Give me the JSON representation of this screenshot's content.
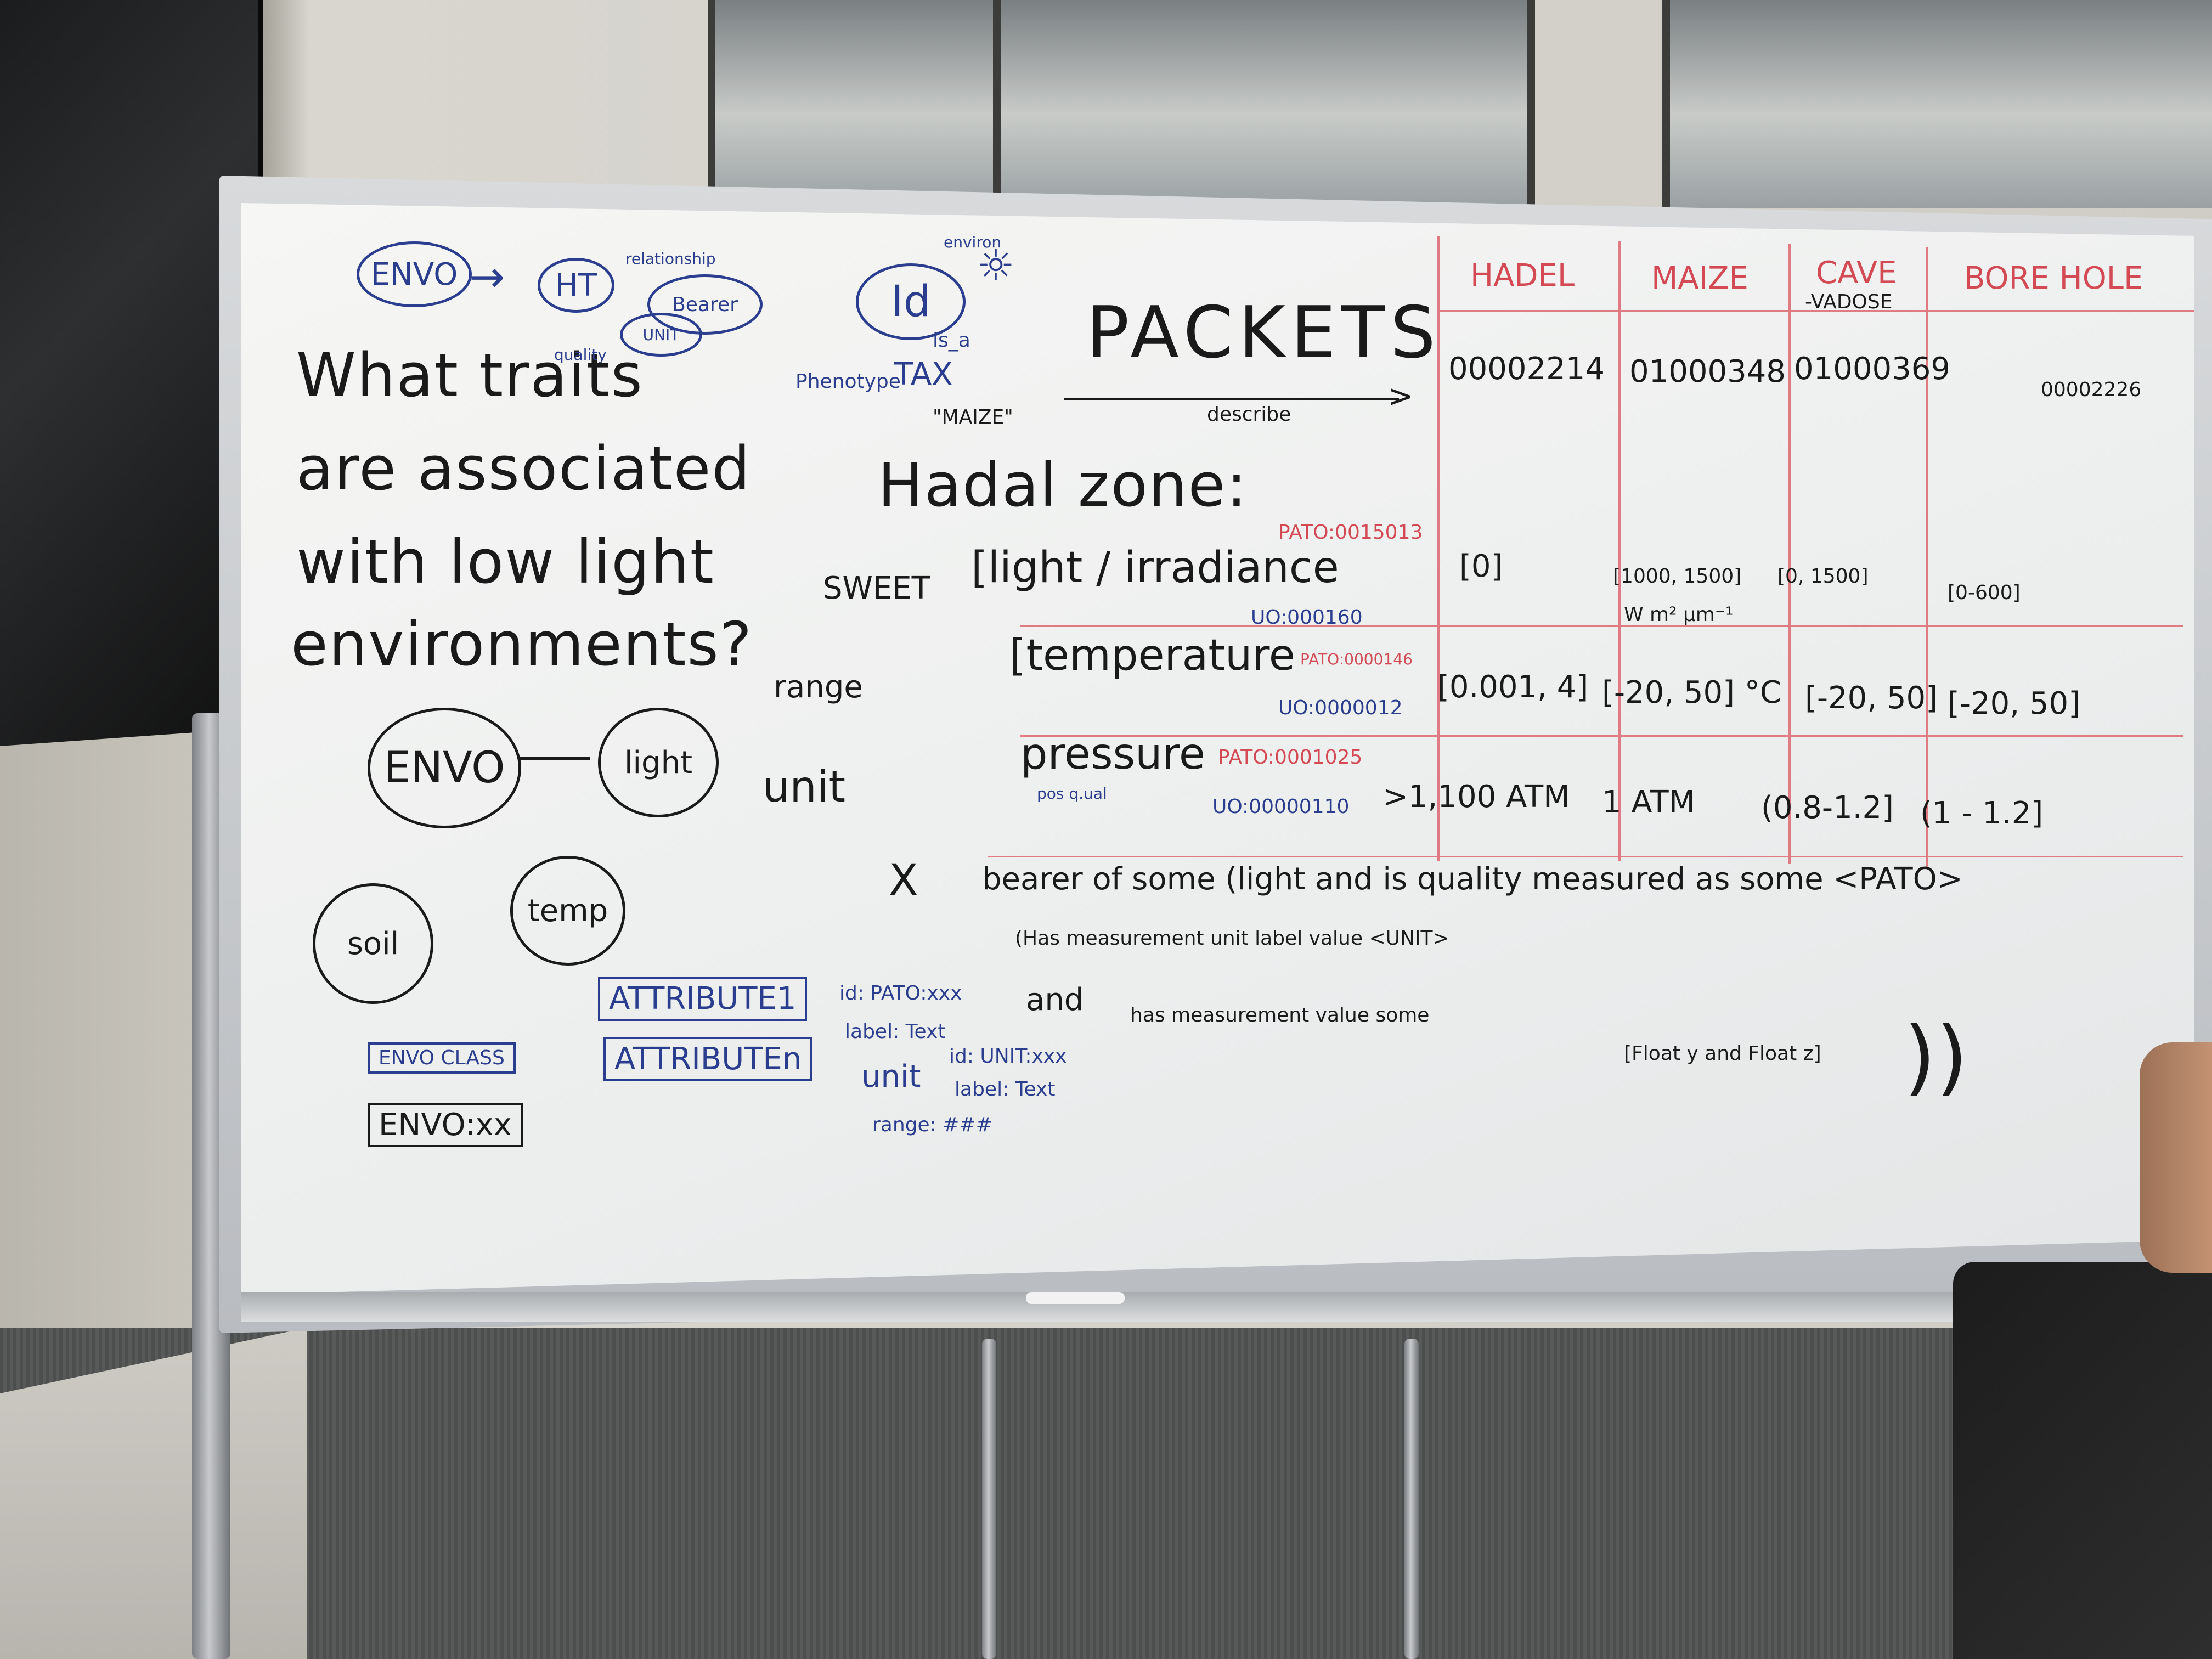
{
  "question": [
    "What traits",
    "are associated",
    "with low light",
    "environments?"
  ],
  "top_diagram": {
    "envo": "ENVO",
    "ht": "HT",
    "relationship": "relationship",
    "bearer": "Bearer",
    "unit": "UNIT",
    "quality": "quality"
  },
  "id_diagram": {
    "id": "Id",
    "environ": "environ",
    "isa": "is_a",
    "phenotype": "Phenotype",
    "tax": "TAX",
    "maize_quote": "\"MAIZE\""
  },
  "packets": {
    "title": "PACKETS",
    "describe": "describe",
    "zone": "Hadal zone:",
    "sweet": "SWEET"
  },
  "columns": [
    "HADEL",
    "MAIZE",
    "CAVE",
    "BORE HOLE"
  ],
  "cave_sub": "-VADOSE",
  "ids": [
    "00002214",
    "01000348",
    "01000369",
    "00002226"
  ],
  "rows": [
    {
      "label": "light / irradiance",
      "pato": "PATO:0015013",
      "uo": "UO:000160",
      "values": [
        "[0]",
        "[1000, 1500]",
        "[0, 1500]",
        "[0-600]"
      ],
      "unit": "W m² μm⁻¹"
    },
    {
      "label": "temperature",
      "pato": "PATO:0000146",
      "uo": "UO:0000012",
      "values": [
        "[0.001, 4]",
        "[-20, 50] °C",
        "[-20, 50]",
        "[-20, 50]"
      ]
    },
    {
      "label": "pressure",
      "sub": "pos q.ual",
      "pato": "PATO:0001025",
      "uo": "UO:00000110",
      "values": [
        ">1,100 ATM",
        "1 ATM",
        "(0.8-1.2]",
        "(1 - 1.2]"
      ]
    }
  ],
  "bottom_diagram": {
    "envo": "ENVO",
    "light": "light",
    "range": "range",
    "unit": "unit",
    "soil": "soil",
    "temp": "temp"
  },
  "expression": {
    "x": "X",
    "line1": "bearer of some (light and is quality measured as some <PATO>",
    "line2": "(Has measurement unit label value <UNIT>",
    "and_word": "and",
    "line3": "has measurement value some",
    "floats": "[Float y and Float z]",
    "close": "))"
  },
  "attributes": {
    "envo_class": "ENVO CLASS",
    "attr1": "ATTRIBUTE1",
    "attr2": "ATTRIBUTEn",
    "envo_xx": "ENVO:xx",
    "id": "id: PATO:xxx",
    "label": "label: Text",
    "unit": "unit",
    "unit_id": "id: UNIT:xxx",
    "unit_label": "label: Text",
    "range": "range: ###"
  }
}
